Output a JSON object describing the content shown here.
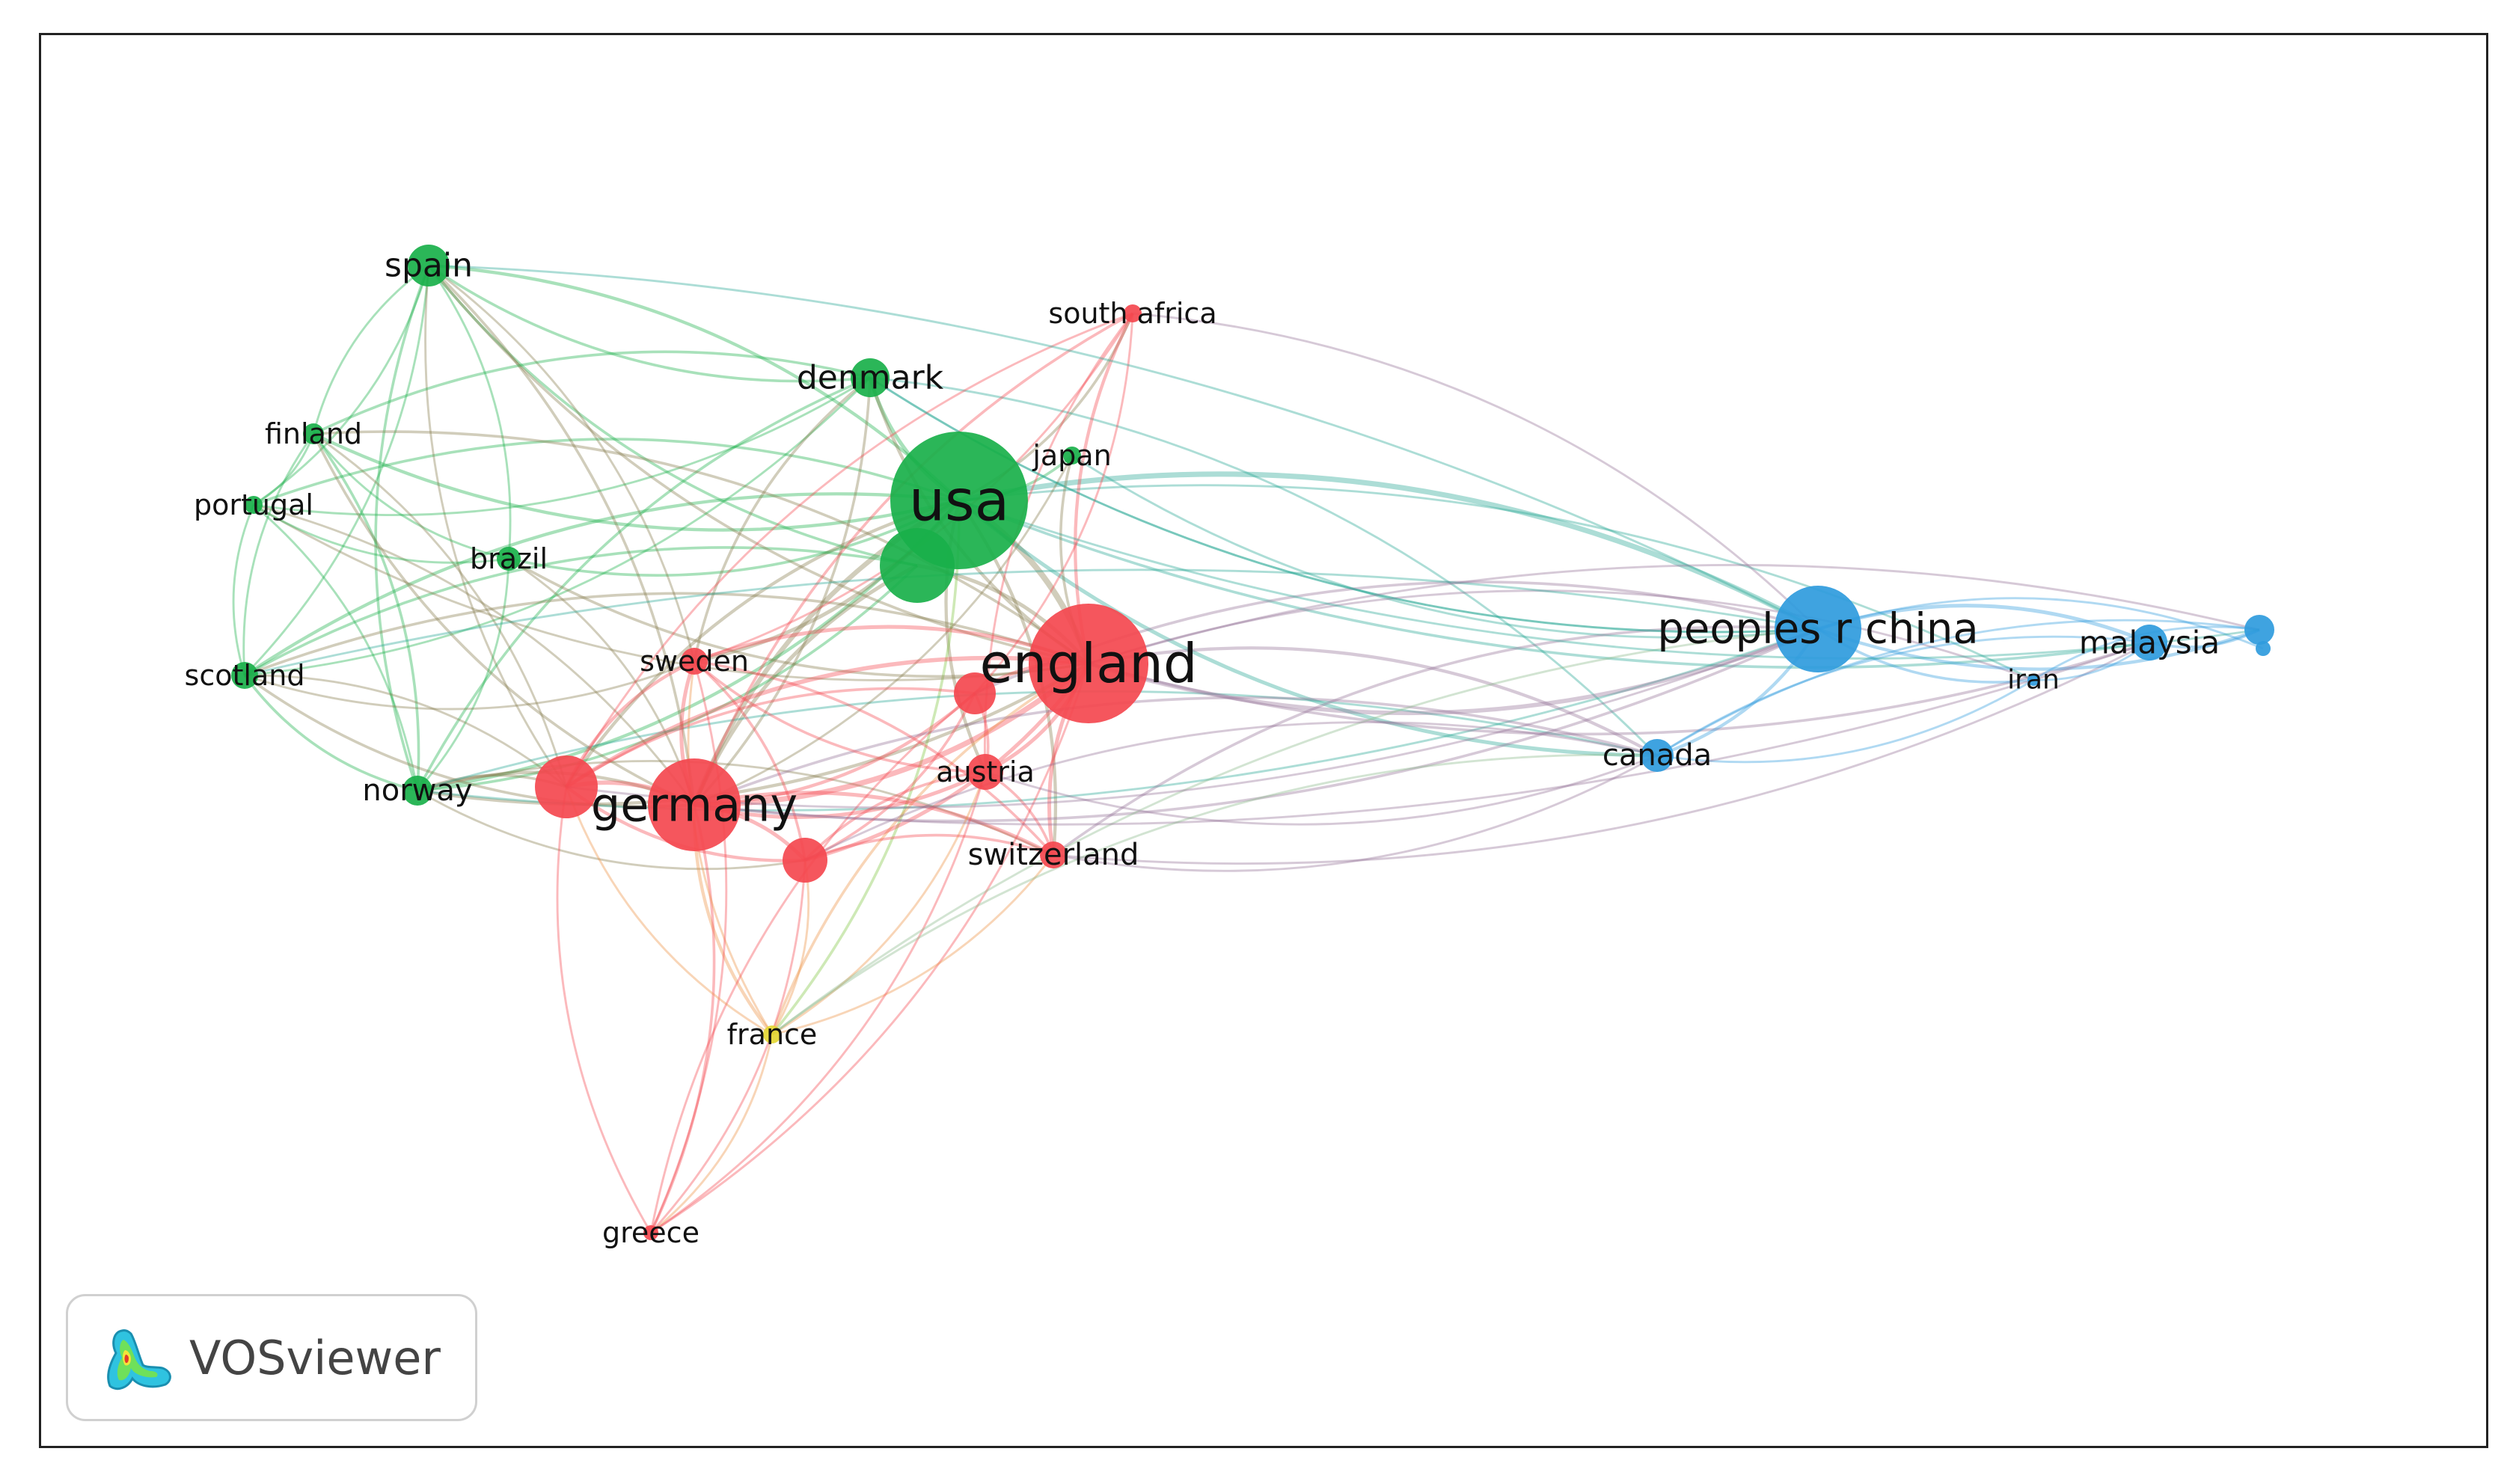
{
  "network": {
    "clusters": {
      "red": "#f4484f",
      "green": "#19b04a",
      "blue": "#2f9bdd",
      "yellow": "#e4d733"
    },
    "nodes": [
      {
        "id": "usa",
        "label": "usa",
        "cluster": "green"
      },
      {
        "id": "usa-b",
        "label": "",
        "cluster": "green"
      },
      {
        "id": "spain",
        "label": "spain",
        "cluster": "green"
      },
      {
        "id": "denmark",
        "label": "denmark",
        "cluster": "green"
      },
      {
        "id": "finland",
        "label": "finland",
        "cluster": "green"
      },
      {
        "id": "portugal",
        "label": "portugal",
        "cluster": "green"
      },
      {
        "id": "brazil",
        "label": "brazil",
        "cluster": "green"
      },
      {
        "id": "scotland",
        "label": "scotland",
        "cluster": "green"
      },
      {
        "id": "norway",
        "label": "norway",
        "cluster": "green"
      },
      {
        "id": "japan",
        "label": "japan",
        "cluster": "green"
      },
      {
        "id": "england",
        "label": "england",
        "cluster": "red"
      },
      {
        "id": "germany",
        "label": "germany",
        "cluster": "red"
      },
      {
        "id": "sweden",
        "label": "sweden",
        "cluster": "red"
      },
      {
        "id": "austria",
        "label": "austria",
        "cluster": "red"
      },
      {
        "id": "switzerland",
        "label": "switzerland",
        "cluster": "red"
      },
      {
        "id": "south-africa",
        "label": "south africa",
        "cluster": "red"
      },
      {
        "id": "greece",
        "label": "greece",
        "cluster": "red"
      },
      {
        "id": "red-a",
        "label": "",
        "cluster": "red"
      },
      {
        "id": "red-b",
        "label": "",
        "cluster": "red"
      },
      {
        "id": "red-c",
        "label": "",
        "cluster": "red"
      },
      {
        "id": "france",
        "label": "france",
        "cluster": "yellow"
      },
      {
        "id": "china",
        "label": "peoples r china",
        "cluster": "blue"
      },
      {
        "id": "malaysia",
        "label": "malaysia",
        "cluster": "blue"
      },
      {
        "id": "iran",
        "label": "iran",
        "cluster": "blue"
      },
      {
        "id": "canada",
        "label": "canada",
        "cluster": "blue"
      },
      {
        "id": "blue-a",
        "label": "",
        "cluster": "blue"
      },
      {
        "id": "blue-b",
        "label": "",
        "cluster": "blue"
      }
    ]
  },
  "brand": {
    "name": "VOSviewer",
    "logo": "vosviewer-logo"
  }
}
